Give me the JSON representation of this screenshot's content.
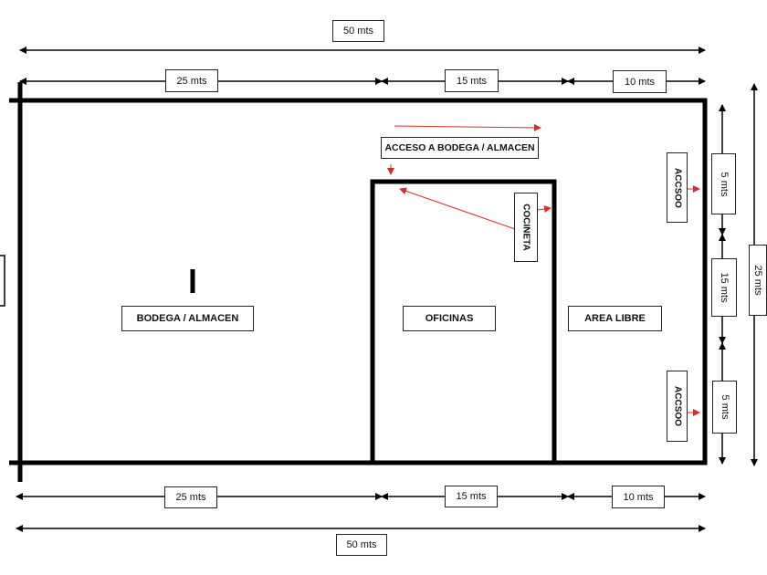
{
  "colors": {
    "line": "#000000",
    "arrow": "#d32f2f",
    "label_border": "#222222"
  },
  "dimensions": {
    "top_total": "50 mts",
    "top_segments": [
      "25 mts",
      "15 mts",
      "10 mts"
    ],
    "bottom_segments": [
      "25 mts",
      "15 mts",
      "10 mts"
    ],
    "bottom_total": "50 mts",
    "right_segments": [
      "5 mts",
      "15 mts",
      "5 mts"
    ],
    "right_total": "25 mts"
  },
  "rooms": {
    "warehouse": "BODEGA / ALMACEN",
    "offices": "OFICINAS",
    "open_area": "AREA LIBRE",
    "kitchen": "COCINETA",
    "warehouse_access": "ACCESO A BODEGA / ALMACEN",
    "access_top": "ACCSOO",
    "access_bottom": "ACCSOO"
  }
}
